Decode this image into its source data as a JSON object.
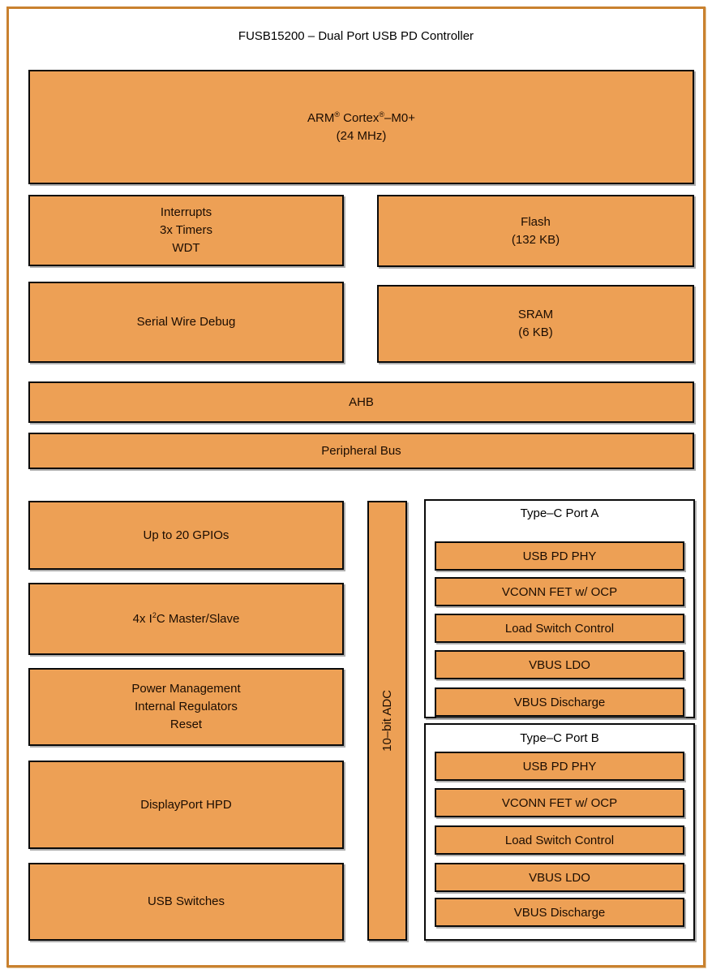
{
  "title": "FUSB15200 – Dual Port USB PD Controller",
  "colors": {
    "block_fill": "#EDA055",
    "block_border": "#0A0A0A",
    "frame_border": "#C9812F",
    "panel_bg": "#FFFFFF",
    "text": "#1C0D02"
  },
  "cpu": {
    "name_pre": "ARM",
    "reg1": "®",
    "name_mid": " Cortex",
    "reg2": "®",
    "name_post": "–M0+",
    "line2": "(24 MHz)"
  },
  "blocks": {
    "interrupts": {
      "lines": [
        "Interrupts",
        "3x Timers",
        "WDT"
      ]
    },
    "flash": {
      "lines": [
        "Flash",
        "(132 KB)"
      ]
    },
    "swd": {
      "label": "Serial Wire Debug"
    },
    "sram": {
      "lines": [
        "SRAM",
        "(6 KB)"
      ]
    },
    "ahb": {
      "label": "AHB"
    },
    "peripheral_bus": {
      "label": "Peripheral Bus"
    },
    "gpio": {
      "label": "Up to 20 GPIOs"
    },
    "i2c": {
      "pre": "4x I",
      "sup": "2",
      "post": "C Master/Slave"
    },
    "power": {
      "lines": [
        "Power Management",
        "Internal Regulators",
        "Reset"
      ]
    },
    "displayport": {
      "label": "DisplayPort HPD"
    },
    "usb_switches": {
      "label": "USB Switches"
    },
    "adc": {
      "label": "10–bit ADC"
    }
  },
  "port_a": {
    "title": "Type–C Port A",
    "blocks": [
      "USB PD PHY",
      "VCONN FET w/ OCP",
      "Load Switch Control",
      "VBUS LDO",
      "VBUS Discharge"
    ]
  },
  "port_b": {
    "title": "Type–C Port B",
    "blocks": [
      "USB PD PHY",
      "VCONN FET w/ OCP",
      "Load Switch Control",
      "VBUS LDO",
      "VBUS Discharge"
    ]
  }
}
